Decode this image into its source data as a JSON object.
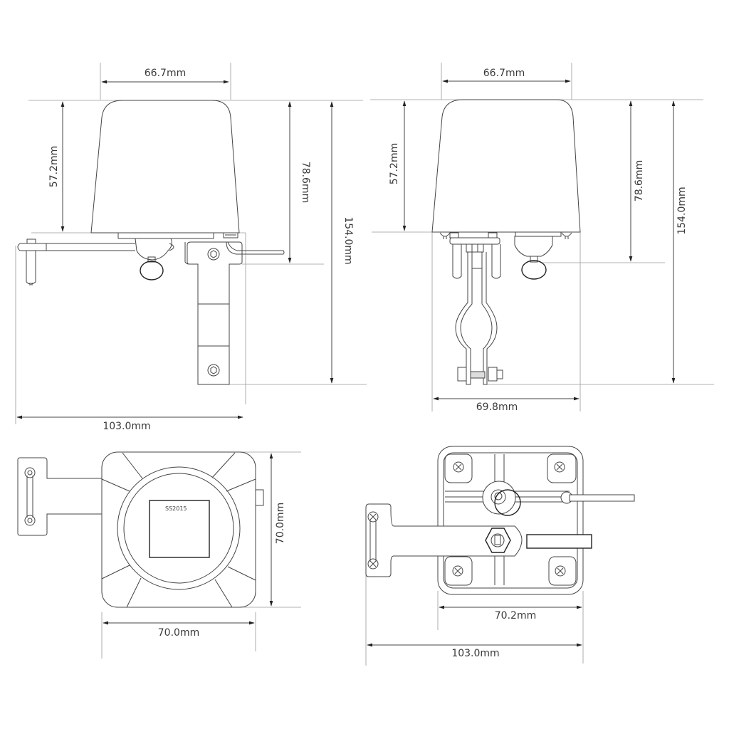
{
  "drawing": {
    "title": "Valve manipulator dimension drawing",
    "colors": {
      "line": "#444444",
      "extension": "#9a9a9a",
      "text": "#3a3a3a",
      "background": "#ffffff"
    }
  },
  "views": {
    "side_left": {
      "width_label": "66.7mm",
      "cap_height_label": "57.2mm",
      "to_handle_label": "78.6mm",
      "total_height_label": "154.0mm",
      "overall_width_label": "103.0mm"
    },
    "side_right": {
      "width_label": "66.7mm",
      "cap_height_label": "57.2mm",
      "to_handle_label": "78.6mm",
      "total_height_label": "154.0mm",
      "bracket_width_label": "69.8mm"
    },
    "top": {
      "width_label": "70.0mm",
      "height_label": "70.0mm",
      "marking": "SS2015"
    },
    "bottom": {
      "body_width_label": "70.2mm",
      "overall_width_label": "103.0mm"
    }
  }
}
